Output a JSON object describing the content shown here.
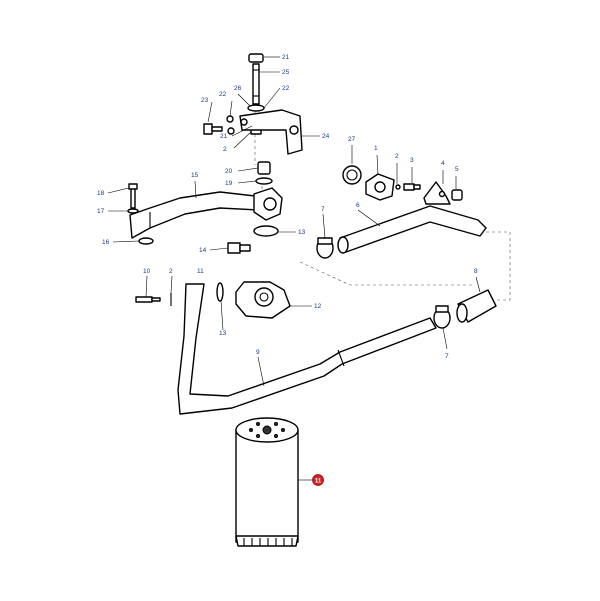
{
  "callouts": [
    {
      "id": "c-21a",
      "text": "21"
    },
    {
      "id": "c-25",
      "text": "25"
    },
    {
      "id": "c-26",
      "text": "26"
    },
    {
      "id": "c-22a",
      "text": "22"
    },
    {
      "id": "c-22b",
      "text": "22"
    },
    {
      "id": "c-23",
      "text": "23"
    },
    {
      "id": "c-21b",
      "text": "21"
    },
    {
      "id": "c-2a",
      "text": "2"
    },
    {
      "id": "c-24",
      "text": "24"
    },
    {
      "id": "c-27",
      "text": "27"
    },
    {
      "id": "c-1",
      "text": "1"
    },
    {
      "id": "c-2b",
      "text": "2"
    },
    {
      "id": "c-3",
      "text": "3"
    },
    {
      "id": "c-4",
      "text": "4"
    },
    {
      "id": "c-5",
      "text": "5"
    },
    {
      "id": "c-20",
      "text": "20"
    },
    {
      "id": "c-19",
      "text": "19"
    },
    {
      "id": "c-18",
      "text": "18"
    },
    {
      "id": "c-15",
      "text": "15"
    },
    {
      "id": "c-17",
      "text": "17"
    },
    {
      "id": "c-16",
      "text": "16"
    },
    {
      "id": "c-14",
      "text": "14"
    },
    {
      "id": "c-13a",
      "text": "13"
    },
    {
      "id": "c-7a",
      "text": "7"
    },
    {
      "id": "c-6",
      "text": "6"
    },
    {
      "id": "c-10",
      "text": "10"
    },
    {
      "id": "c-2c",
      "text": "2"
    },
    {
      "id": "c-11",
      "text": "11"
    },
    {
      "id": "c-12",
      "text": "12"
    },
    {
      "id": "c-13b",
      "text": "13"
    },
    {
      "id": "c-8",
      "text": "8"
    },
    {
      "id": "c-9",
      "text": "9"
    },
    {
      "id": "c-7b",
      "text": "7"
    }
  ],
  "highlight_callout": {
    "text": "11",
    "color": "#d42020"
  },
  "colors": {
    "callout_text": "#1b3a8c",
    "line": "#000000",
    "highlight": "#d42020"
  }
}
